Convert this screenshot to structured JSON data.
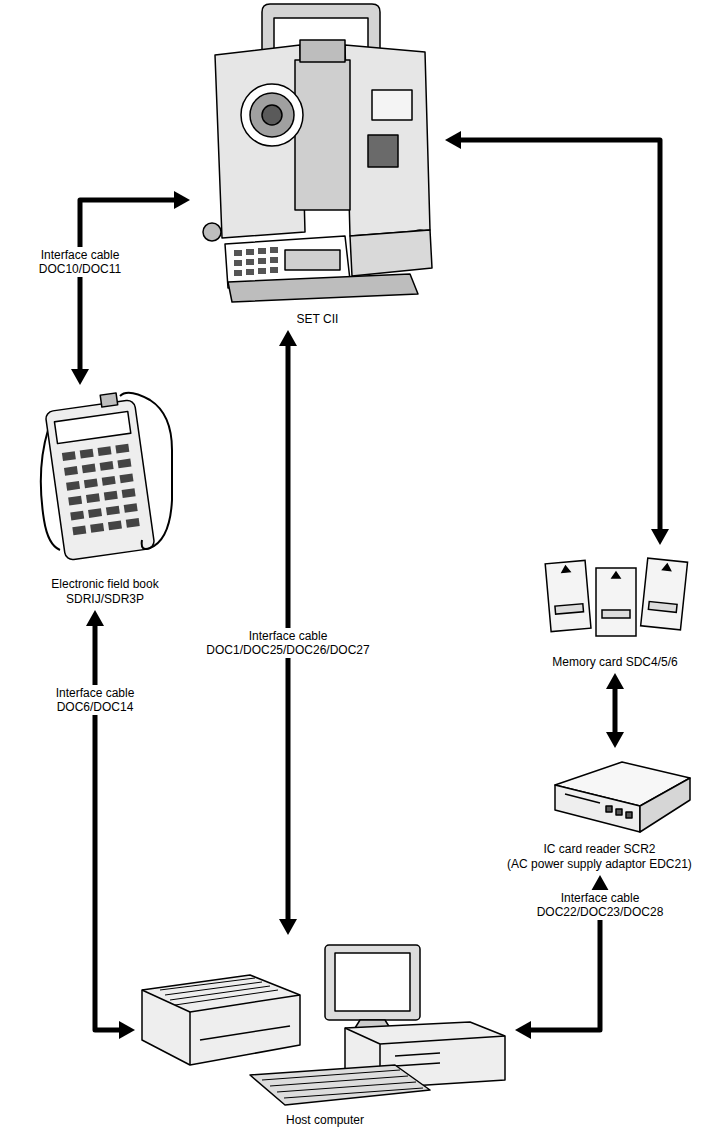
{
  "diagram": {
    "nodes": [
      {
        "text": [
          "SET CII"
        ]
      },
      {
        "text": [
          "Electronic field book SDRIJ/SDR3P"
        ]
      },
      {
        "text": [
          "Memory card SDC4/5/6"
        ]
      },
      {
        "text": [
          "IC card reader SCR2",
          "(AC power supply adaptor EDC21)"
        ]
      },
      {
        "text": [
          "Host computer"
        ]
      }
    ],
    "edges": [
      {
        "from": 0,
        "to": 1,
        "label": "Interface cable DOC10/DOC11",
        "arrow": "both"
      },
      {
        "from": 0,
        "to": 4,
        "label": "Interface cable DOC1/DOC25/DOC26/DOC27",
        "arrow": "both"
      },
      {
        "from": 0,
        "to": 2,
        "arrow": "both"
      },
      {
        "from": 2,
        "to": 3,
        "arrow": "both"
      },
      {
        "from": 1,
        "to": 4,
        "label": "Interface cable DOC6/DOC14",
        "arrow": "both"
      },
      {
        "from": 3,
        "to": 4,
        "label": "Interface cable DOC22/DOC23/DOC28",
        "arrow": "both"
      }
    ]
  }
}
